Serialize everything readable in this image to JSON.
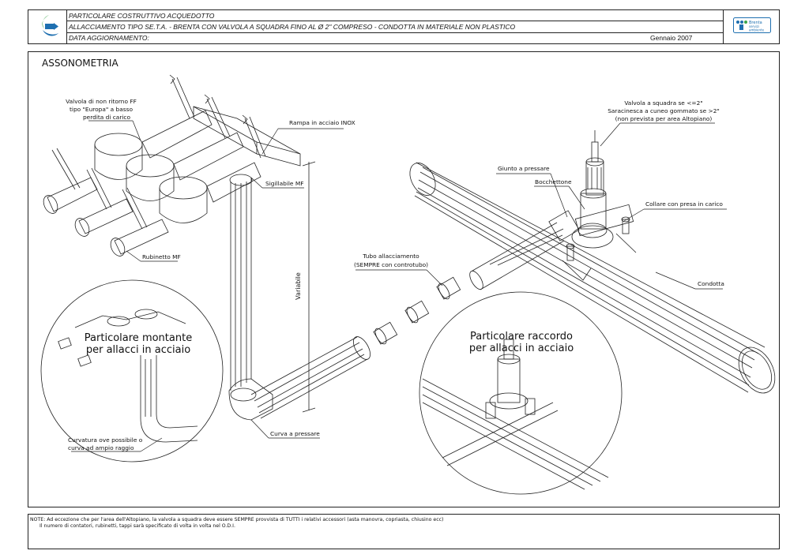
{
  "header": {
    "title": "PARTICOLARE COSTRUTTIVO ACQUEDOTTO",
    "subtitle": "ALLACCIAMENTO TIPO SE.T.A. - BRENTA CON VALVOLA A SQUADRA FINO AL Ø 2\" COMPRESO - CONDOTTA IN MATERIALE NON PLASTICO",
    "date_label": "DATA AGGIORNAMENTO:",
    "date_value": "Gennaio 2007"
  },
  "section_title": "ASSONOMETRIA",
  "labels": {
    "valvola_ritorno": [
      "Valvola di non ritorno FF",
      "tipo \"Europa\" a basso",
      "perdita di carico"
    ],
    "rampa": "Rampa in acciaio INOX",
    "sigillabile": "Sigillabile MF",
    "rubinetto": "Rubinetto MF",
    "variabile": "Variabile",
    "tubo_allacciamento": [
      "Tubo allacciamento",
      "(SEMPRE con controtubo)"
    ],
    "valvola_squadra": [
      "Valvola a squadra se <=2\"",
      "Saracinesca a cuneo gommato se >2\"",
      "(non prevista per area Altopiano)"
    ],
    "giunto": "Giunto a pressare",
    "bocchettone": "Bocchettone",
    "collare": "Collare con presa in carico",
    "condotta": "Condotta",
    "curva": "Curva a pressare",
    "curvatura": [
      "Curvatura ove possibile o",
      "curva ad ampio raggio"
    ],
    "particolare_montante": [
      "Particolare montante",
      "per allacci in acciaio"
    ],
    "particolare_raccordo": [
      "Particolare raccordo",
      "per allacci in acciaio"
    ]
  },
  "notes": [
    "NOTE: Ad eccezione che per l'area dell'Altopiano, la valvola a squadra deve essere SEMPRE provvista di TUTTI i relativi accessori (asta manovra, copriasta, chiusino ecc)",
    "Il numero di contatori, rubinetti, tappi sarà specificato di volta in volta nel O.D.I."
  ],
  "icons": [
    "company-logo-icon",
    "seta-logo-icon"
  ],
  "colors": {
    "line": "#222222",
    "logo_blue": "#1e6fb0",
    "logo_green": "#3aa44a"
  }
}
